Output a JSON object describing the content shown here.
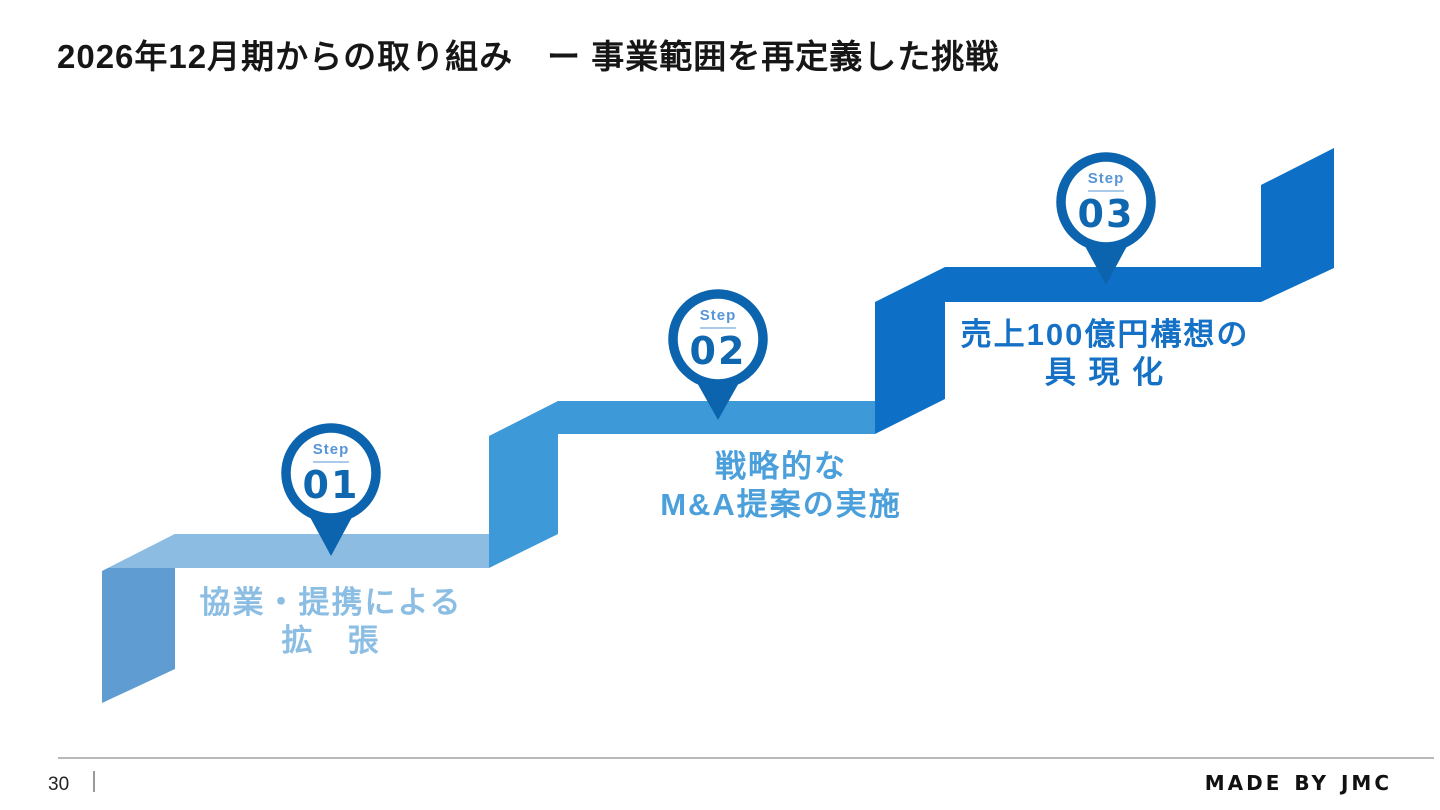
{
  "slide": {
    "title": "2026年12月期からの取り組み　ー 事業範囲を再定義した挑戦"
  },
  "diagram": {
    "steps": [
      {
        "step_label": "Step",
        "number": "01",
        "title_lines": [
          "協業・提携による",
          "拡　張"
        ]
      },
      {
        "step_label": "Step",
        "number": "02",
        "title_lines": [
          "戦略的な",
          "M&A提案の実施"
        ]
      },
      {
        "step_label": "Step",
        "number": "03",
        "title_lines": [
          "売上100億円構想の",
          "具 現 化"
        ]
      }
    ],
    "colors": {
      "band_step1": "#8cbce2",
      "band_step2": "#3d99d8",
      "band_step3": "#0d70c6",
      "tail_left": "#5f9cd2",
      "tail_right": "#0d70c6",
      "pin": "#0c64ae",
      "pin_fill": "#ffffff",
      "step_word": "#5895d6",
      "step_underline": "#a9cbe9",
      "step_number": "#0f67b0"
    }
  },
  "footer": {
    "page_number": "30",
    "brand": "MADE BY JMC"
  }
}
